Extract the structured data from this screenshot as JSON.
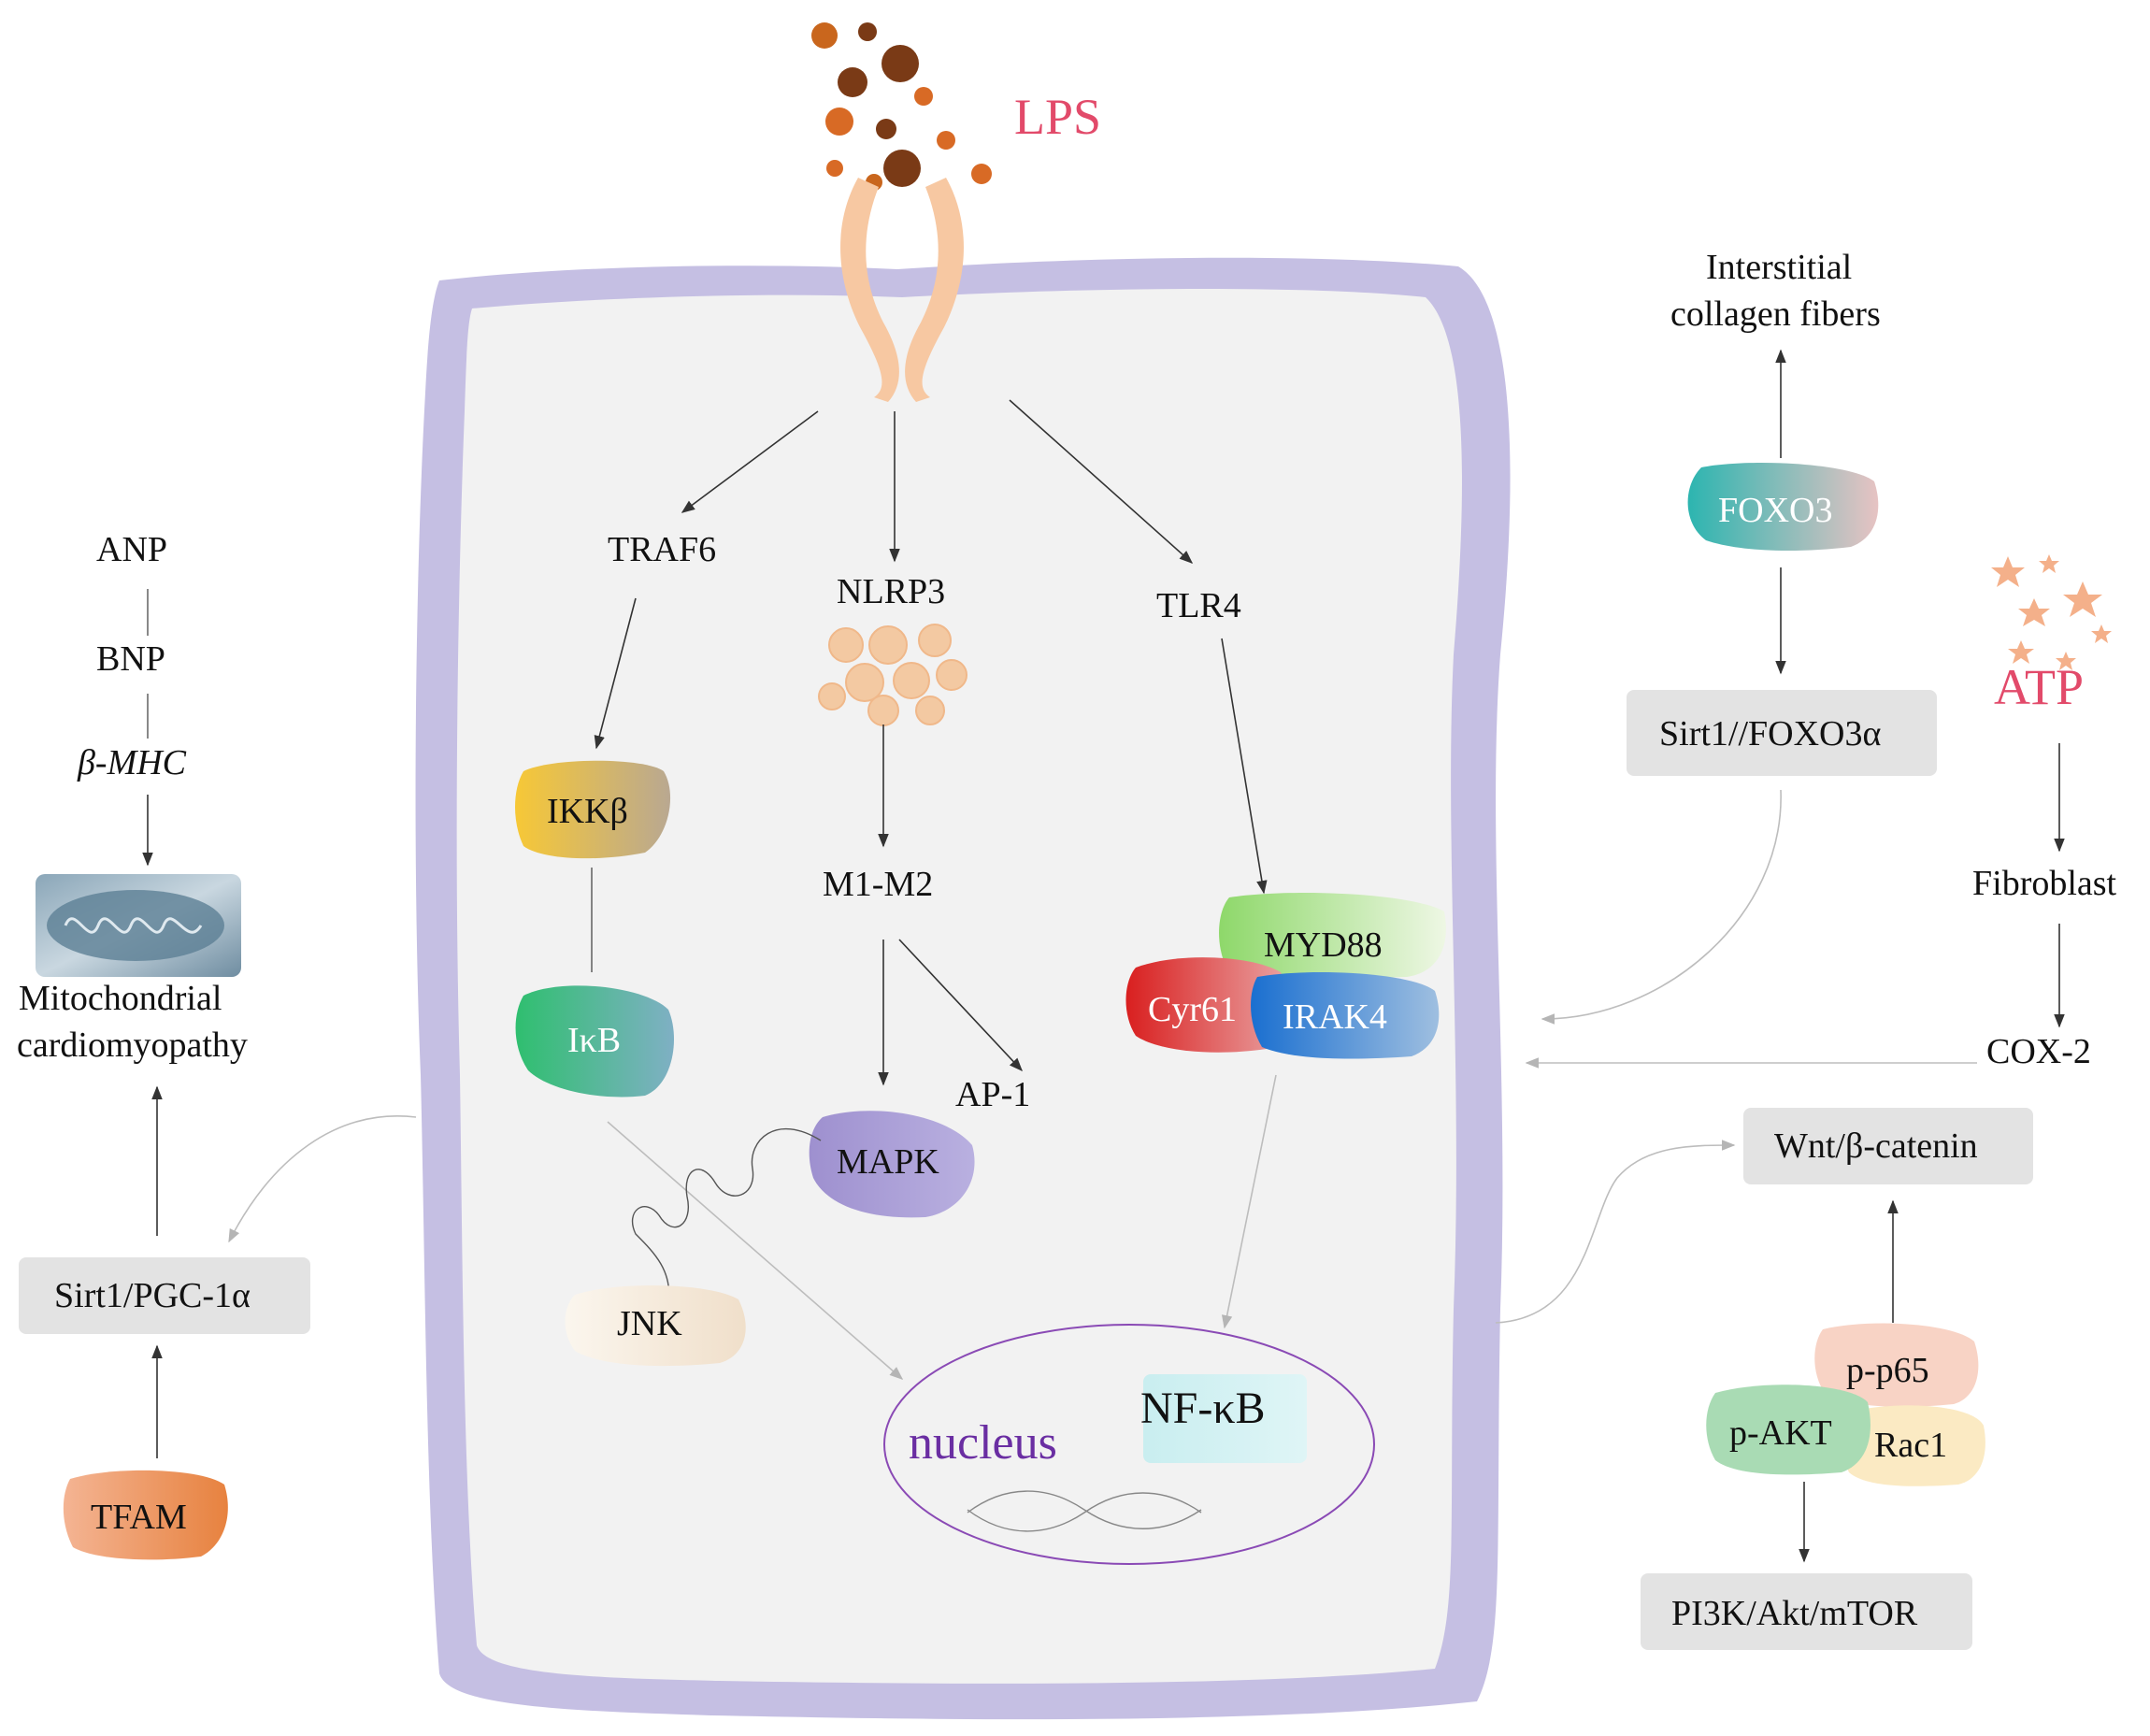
{
  "stimulus": {
    "label": "LPS"
  },
  "cell": {
    "pathways": {
      "traf6": "TRAF6",
      "nlrp3": "NLRP3",
      "tlr4": "TLR4",
      "ikkb": "IKKβ",
      "ikb": "IκB",
      "m1m2": "M1-M2",
      "mapk": "MAPK",
      "ap1": "AP-1",
      "jnk": "JNK",
      "myd88": "MYD88",
      "cyr61": "Cyr61",
      "irak4": "IRAK4"
    },
    "nucleus": {
      "label": "nucleus",
      "nfkb": "NF-κB"
    }
  },
  "left_panel": {
    "anp": "ANP",
    "bnp": "BNP",
    "bmhc": "β-MHC",
    "mito_line1": "Mitochondrial",
    "mito_line2": "cardiomyopathy",
    "sirt1_pgc": "Sirt1/PGC-1α",
    "tfam": "TFAM"
  },
  "right_panel": {
    "collagen_line1": "Interstitial",
    "collagen_line2": "collagen fibers",
    "foxo3": "FOXO3",
    "sirt1_foxo": "Sirt1//FOXO3α",
    "atp": "ATP",
    "fibroblast": "Fibroblast",
    "cox2": "COX-2",
    "wnt": "Wnt/β-catenin",
    "pp65": "p-p65",
    "pakt": "p-AKT",
    "rac1": "Rac1",
    "pi3k": "PI3K/Akt/mTOR"
  },
  "colors": {
    "membrane": "#c5bfe3",
    "cytoplasm": "#f2f2f2",
    "nucleus_outline": "#8a4ab5",
    "gray_box": "#e3e3e3",
    "lps_text": "#e24a6a",
    "atp_text": "#e24a6a"
  }
}
